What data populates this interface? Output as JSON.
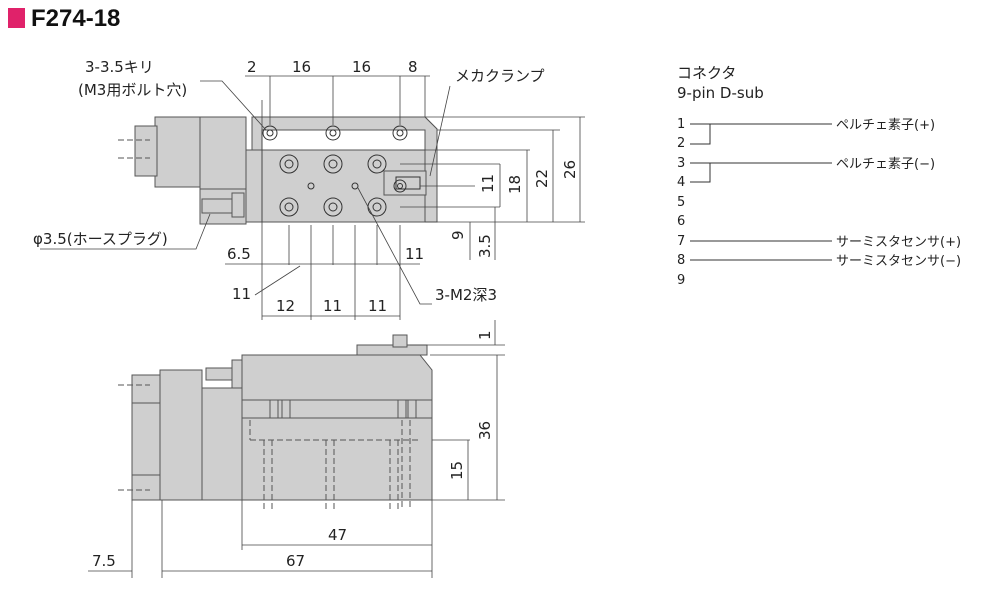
{
  "title": "F274-18",
  "accent_color": "#e0226a",
  "part_fill": "#cfcfcf",
  "top_view": {
    "hole_label": "3-3.5キリ",
    "hole_sub": "(M3用ボルト穴)",
    "clamp_label": "メカクランプ",
    "hose_label": "φ3.5(ホースプラグ)",
    "tap_label": "3-M2深3",
    "dim_top": [
      "2",
      "16",
      "16",
      "8"
    ],
    "dim_left_6_5": "6.5",
    "dim_11_a": "11",
    "dim_11_b": "11",
    "dim_bottom": [
      "12",
      "11",
      "11"
    ],
    "dim_right": [
      "11",
      "18",
      "22",
      "26",
      "9",
      "3.5"
    ]
  },
  "side_view": {
    "dim_1": "1",
    "dim_36": "36",
    "dim_15": "15",
    "dim_47": "47",
    "dim_67": "67",
    "dim_7_5": "7.5"
  },
  "connector": {
    "title": "コネクタ",
    "subtitle": "9-pin D-sub",
    "pins": [
      "1",
      "2",
      "3",
      "4",
      "5",
      "6",
      "7",
      "8",
      "9"
    ],
    "labels": [
      "ペルチェ素子(+)",
      "ペルチェ素子(−)",
      "サーミスタセンサ(+)",
      "サーミスタセンサ(−)"
    ]
  }
}
